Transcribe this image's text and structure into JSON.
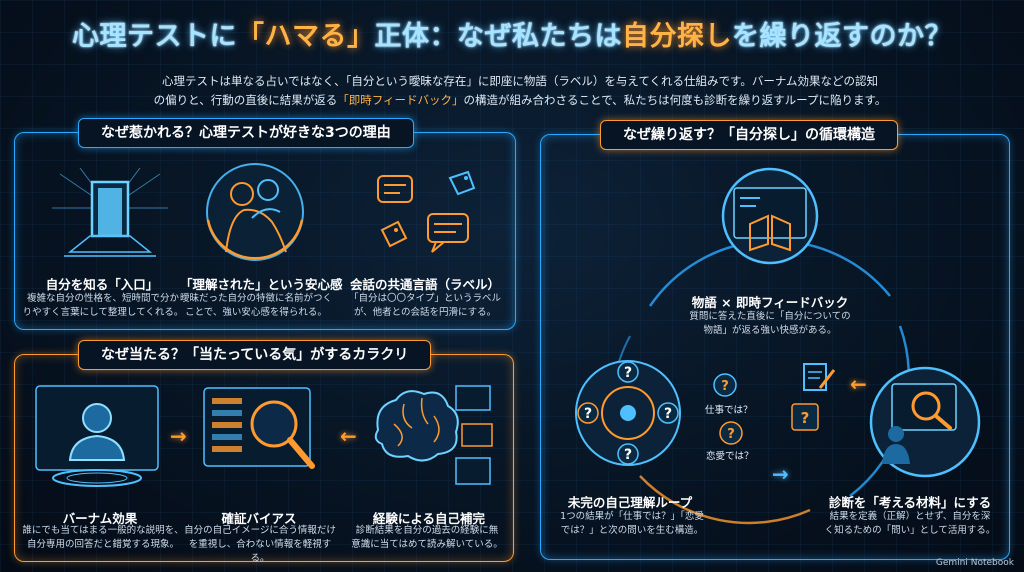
{
  "title": {
    "part1": "心理テストに",
    "highlight1": "「ハマる」",
    "part2": "正体：なぜ私たちは",
    "highlight2": "自分探し",
    "part3": "を繰り返すのか？"
  },
  "subtitle": {
    "line1": "心理テストは単なる占いではなく、「自分という曖昧な存在」に即座に物語（ラベル）を与えてくれる仕組みです。バーナム効果などの認知",
    "line2_pre": "の偏りと、行動の直後に結果が返る",
    "line2_hl": "「即時フィードバック」",
    "line2_post": "の構造が組み合わさることで、私たちは何度も診断を繰り返すループに陥ります。"
  },
  "section1": {
    "label": "なぜ惹かれる？心理テストが好きな3つの理由",
    "items": [
      {
        "title": "自分を知る「入口」",
        "desc1": "複雑な自分の性格を、短時間で分か",
        "desc2": "りやすく言葉にして整理してくれる。",
        "icon": "glowing-door-icon"
      },
      {
        "title": "「理解された」という安心感",
        "desc1": "曖昧だった自分の特徴に名前がつく",
        "desc2": "ことで、強い安心感を得られる。",
        "icon": "embrace-silhouette-icon"
      },
      {
        "title": "会話の共通言語（ラベル）",
        "desc1": "「自分は〇〇タイプ」というラベル",
        "desc2": "が、他者との会話を円滑にする。",
        "icon": "chat-tags-icon"
      }
    ]
  },
  "section2": {
    "label": "なぜ当たる？「当たっている気」がするカラクリ",
    "items": [
      {
        "title": "バーナム効果",
        "desc1": "誰にでも当てはまる一般的な説明を、",
        "desc2": "自分専用の回答だと錯覚する現象。",
        "icon": "hologram-person-icon"
      },
      {
        "title": "確証バイアス",
        "desc1": "自分の自己イメージに合う情報だけ",
        "desc2": "を重視し、合わない情報を軽視する。",
        "icon": "magnifier-screen-icon"
      },
      {
        "title": "経験による自己補完",
        "desc1": "診断結果を自分の過去の経験に無",
        "desc2": "意識に当てはめて読み解いている。",
        "icon": "brain-memories-icon"
      }
    ]
  },
  "section3": {
    "label": "なぜ繰り返す？「自分探し」の循環構造",
    "nodes": [
      {
        "title": "物語 × 即時フィードバック",
        "desc1": "質問に答えた直後に「自分についての",
        "desc2": "物語」が返る強い快感がある。",
        "icon": "book-screen-icon"
      },
      {
        "title": "未完の自己理解ループ",
        "desc1": "1つの結果が「仕事では？」「恋愛",
        "desc2": "では？」と次の問いを生む構造。",
        "icon": "question-cycle-icon"
      },
      {
        "title": "診断を「考える材料」にする",
        "desc1": "結果を定義（正解）とせず、自分を深",
        "desc2": "く知るための「問い」として活用する。",
        "icon": "person-magnifier-icon"
      }
    ],
    "question_labels": [
      "仕事では？",
      "恋愛では？"
    ]
  },
  "brand": "Gemini Notebook",
  "colors": {
    "accent_blue": "#2aa8ff",
    "accent_orange": "#ff9a2e",
    "title_cyan": "#a8e3ff"
  }
}
